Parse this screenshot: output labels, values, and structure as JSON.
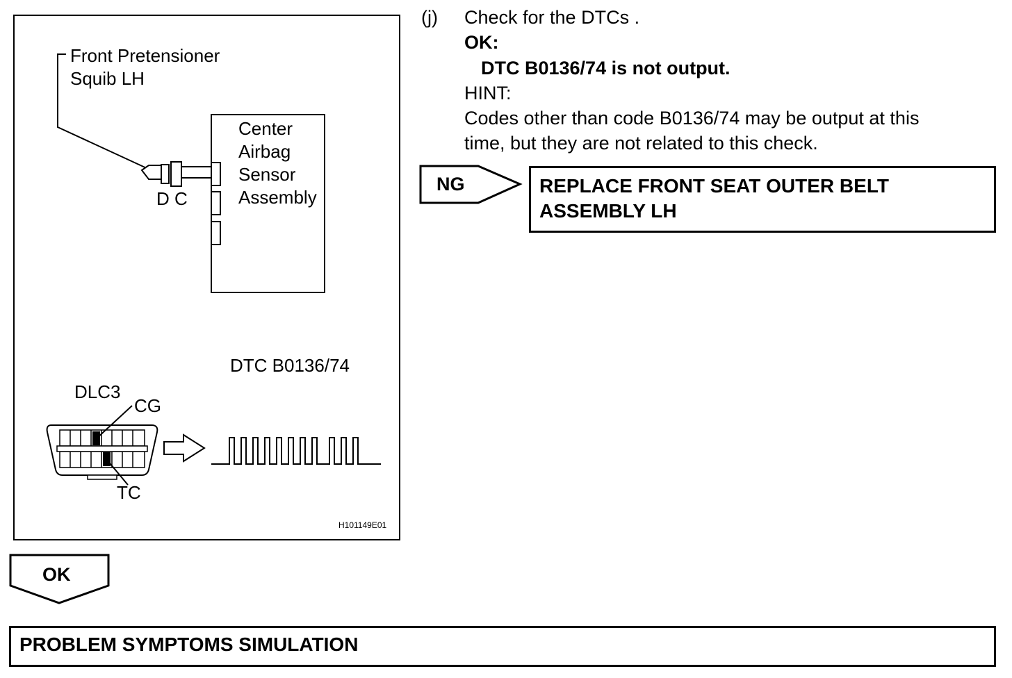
{
  "figure": {
    "front_pretensioner_label_line1": "Front Pretensioner",
    "front_pretensioner_label_line2": "Squib LH",
    "connector_label": "D C",
    "ecu_label_line1": "Center",
    "ecu_label_line2": "Airbag",
    "ecu_label_line3": "Sensor",
    "ecu_label_line4": "Assembly",
    "dtc_caption": "DTC B0136/74",
    "dlc_label": "DLC3",
    "cg_label": "CG",
    "tc_label": "TC",
    "figure_id": "H101149E01"
  },
  "step": {
    "marker": "(j)",
    "instruction": "Check for the DTCs .",
    "ok_heading": "OK:",
    "ok_condition": "DTC B0136/74 is not output.",
    "hint_label": "HINT:",
    "hint_line1": "Codes other than code B0136/74 may be output at this",
    "hint_line2": "time, but they are not related to this check."
  },
  "ng_branch": {
    "tag": "NG",
    "action_line1": "REPLACE FRONT SEAT OUTER BELT",
    "action_line2": "ASSEMBLY LH"
  },
  "ok_branch": {
    "tag": "OK",
    "next_step": "PROBLEM SYMPTOMS SIMULATION"
  }
}
